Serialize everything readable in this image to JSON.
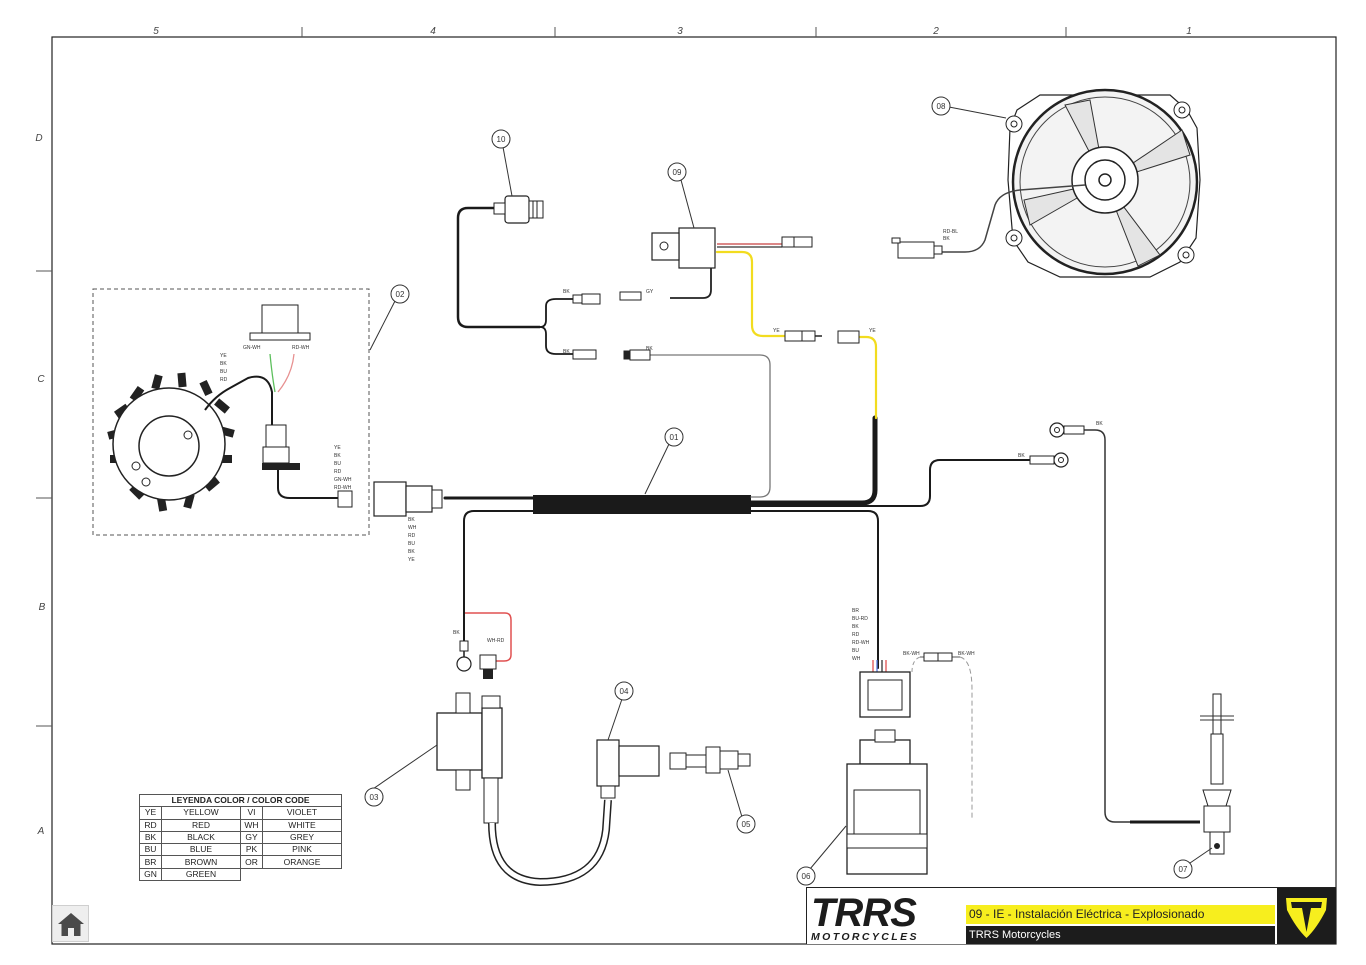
{
  "grid": {
    "columns": [
      "5",
      "4",
      "3",
      "2",
      "1"
    ],
    "rows": [
      "D",
      "C",
      "B",
      "A"
    ]
  },
  "callouts": [
    "01",
    "02",
    "03",
    "04",
    "05",
    "06",
    "07",
    "08",
    "09",
    "10"
  ],
  "wire_labels": {
    "relay_bk": "BK",
    "relay_gy": "GY",
    "relay_bk2": "BK",
    "relay_bk3": "BK",
    "ye_left": "YE",
    "ye_right": "YE",
    "fan_rdbl": "RD-BL",
    "fan_bk": "BK",
    "ground_bk1": "BK",
    "ground_bk2": "BK",
    "stator_plug_left": "GN-WH",
    "stator_plug_right": "RD-WH",
    "coil_bk": "BK",
    "coil_whrd": "WH-RD",
    "cdi_bkwh1": "BK-WH",
    "cdi_bkwh2": "BK-WH",
    "stator_stack": [
      "YE",
      "BK",
      "BU",
      "RD"
    ],
    "connector_stack": [
      "YE",
      "BK",
      "BU",
      "RD",
      "GN-WH",
      "RD-WH"
    ],
    "harness_stack": [
      "BK",
      "WH",
      "RD",
      "BU",
      "BK",
      "YE"
    ],
    "cdi_stack": [
      "BR",
      "BU-RD",
      "BK",
      "RD",
      "RD-WH",
      "BU",
      "WH"
    ]
  },
  "legend": {
    "title": "LEYENDA COLOR / COLOR CODE",
    "rows": [
      [
        "YE",
        "YELLOW",
        "VI",
        "VIOLET"
      ],
      [
        "RD",
        "RED",
        "WH",
        "WHITE"
      ],
      [
        "BK",
        "BLACK",
        "GY",
        "GREY"
      ],
      [
        "BU",
        "BLUE",
        "PK",
        "PINK"
      ],
      [
        "BR",
        "BROWN",
        "OR",
        "ORANGE"
      ],
      [
        "GN",
        "GREEN",
        "",
        ""
      ]
    ]
  },
  "title_block": {
    "logo_main": "TRRS",
    "logo_sub": "MOTORCYCLES",
    "title": "09 - IE - Instalación Eléctrica - Explosionado",
    "company": "TRRS Motorcycles"
  },
  "colors": {
    "title_yellow": "#f7ee1e",
    "dark": "#1c1c1c",
    "wire_yellow": "#f2dc1f",
    "wire_red": "#e05050",
    "wire_green": "#5cbf5c"
  }
}
